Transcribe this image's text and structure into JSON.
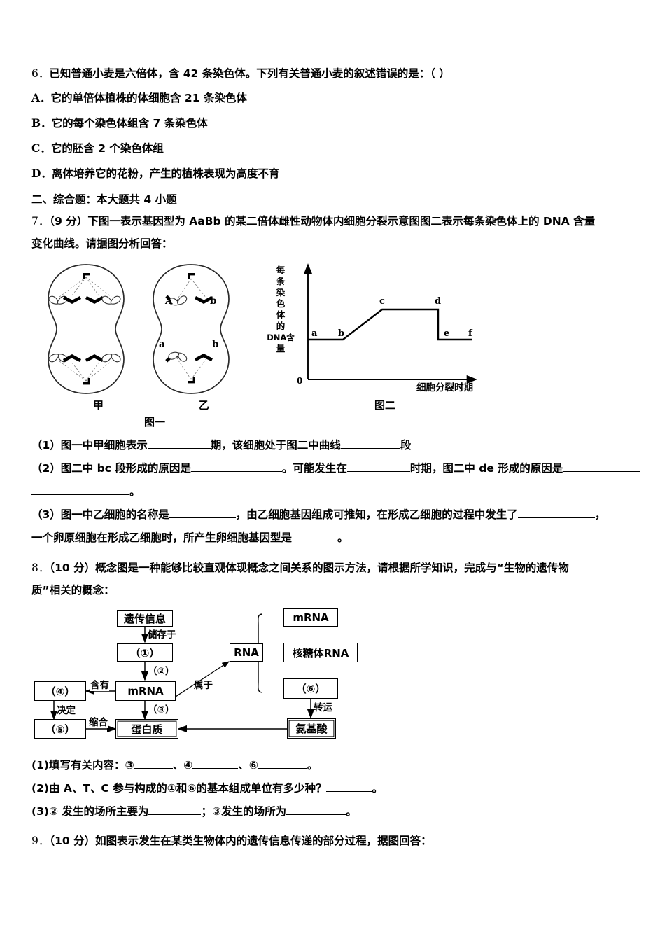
{
  "page": {
    "q6": {
      "number": "6．",
      "stem": "已知普通小麦是六倍体，含 42 条染色体。下列有关普通小麦的叙述错误的是：（     ）",
      "options": [
        {
          "letter": "A．",
          "text": "它的单倍体植株的体细胞含 21 条染色体"
        },
        {
          "letter": "B．",
          "text": "它的每个染色体组含 7 条染色体"
        },
        {
          "letter": "C．",
          "text": "它的胚含 2 个染色体组"
        },
        {
          "letter": "D．",
          "text": "离体培养它的花粉，产生的植株表现为高度不育"
        }
      ]
    },
    "section2_heading": "二、综合题：本大题共 4 小题",
    "q7": {
      "number": "7．",
      "points": "（9 分）",
      "stem_line1": "下图一表示基因型为 AaBb 的某二倍体雌性动物体内细胞分裂示意图图二表示每条染色体上的 DNA 含量",
      "stem_line2": "变化曲线。请据图分析回答：",
      "figure1": {
        "caption": "图一",
        "cells": [
          {
            "name": "甲",
            "label": "甲",
            "gene_labels": []
          },
          {
            "name": "乙",
            "label": "乙",
            "gene_labels": [
              "A",
              "b",
              "a",
              "b"
            ]
          }
        ]
      },
      "figure2": {
        "caption": "图二",
        "y_axis_label": "每条染色体的DNA含量",
        "y_axis_chars": [
          "每",
          "条",
          "染",
          "色",
          "体",
          "的",
          "DNA含",
          "量"
        ],
        "x_axis_label": "细胞分裂时期",
        "origin_label": "0",
        "point_labels": [
          "a",
          "b",
          "c",
          "d",
          "e",
          "f"
        ]
      },
      "parts": [
        {
          "id": "(1)",
          "segments": [
            "（1）图一中甲细胞表示",
            "期，该细胞处于图二中曲线",
            "段"
          ]
        },
        {
          "id": "(2)",
          "segments": [
            "（2）图二中 bc 段形成的原因是",
            "。可能发生在",
            "时期，图二中 de 形成的原因是",
            "。"
          ]
        },
        {
          "id": "(3)",
          "segments": [
            "（3）图一中乙细胞的名称是",
            "，由乙细胞基因组成可推知，在形成乙细胞的过程中发生了",
            "，",
            "一个卵原细胞在形成乙细胞时，所产生卵细胞基因型是",
            "。"
          ]
        }
      ]
    },
    "q8": {
      "number": "8．",
      "points": "（10 分）",
      "stem_line1": "概念图是一种能够比较直观体现概念之间关系的图示方法，请根据所学知识，完成与“生物的遗传物",
      "stem_line2": "质”相关的概念：",
      "concept_map": {
        "nodes": [
          {
            "id": "genetic_info",
            "label": "遗传信息"
          },
          {
            "id": "node1",
            "label": "（①）"
          },
          {
            "id": "mrna_center",
            "label": "mRNA"
          },
          {
            "id": "node4",
            "label": "（④）"
          },
          {
            "id": "node5",
            "label": "（⑤）"
          },
          {
            "id": "protein",
            "label": "蛋白质"
          },
          {
            "id": "rna",
            "label": "RNA"
          },
          {
            "id": "mrna_right",
            "label": "mRNA"
          },
          {
            "id": "rrna",
            "label": "核糖体RNA"
          },
          {
            "id": "node6",
            "label": "（⑥）"
          },
          {
            "id": "amino_acid",
            "label": "氨基酸"
          }
        ],
        "edge_labels": [
          {
            "id": "store",
            "label": "储存于"
          },
          {
            "id": "step2",
            "label": "（②）"
          },
          {
            "id": "contain",
            "label": "含有"
          },
          {
            "id": "decide",
            "label": "决定"
          },
          {
            "id": "step3",
            "label": "（③）"
          },
          {
            "id": "condense",
            "label": "缩合"
          },
          {
            "id": "belong",
            "label": "属于"
          },
          {
            "id": "transfer",
            "label": "转运"
          }
        ]
      },
      "parts": [
        {
          "id": "(1)",
          "segments": [
            "(1)填写有关内容：③",
            "、④",
            "、⑥",
            "。"
          ]
        },
        {
          "id": "(2)",
          "segments": [
            "(2)由 A、T、C 参与构成的①和⑥的基本组成单位有多少种？",
            "。"
          ]
        },
        {
          "id": "(3)",
          "segments": [
            "(3)② 发生的场所主要为",
            "；③发生的场所为",
            "。"
          ]
        }
      ]
    },
    "q9": {
      "number": "9．",
      "points": "（10 分）",
      "stem": "如图表示发生在某类生物体内的遗传信息传递的部分过程，据图回答："
    }
  }
}
